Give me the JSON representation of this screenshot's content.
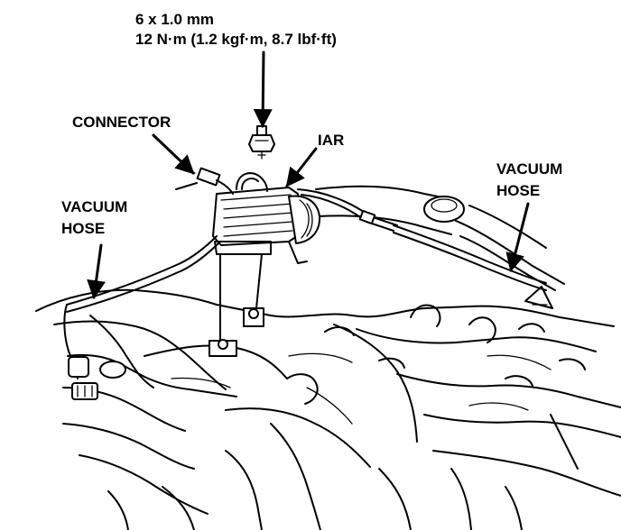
{
  "labels": {
    "bolt_size": "6 x 1.0 mm",
    "torque": "12 N·m (1.2 kgf·m, 8.7 lbf·ft)",
    "connector": "CONNECTOR",
    "iar": "IAR",
    "vacuum_hose_left_line1": "VACUUM",
    "vacuum_hose_left_line2": "HOSE",
    "vacuum_hose_right_line1": "VACUUM",
    "vacuum_hose_right_line2": "HOSE"
  },
  "colors": {
    "ink": "#000000",
    "paper": "#ffffff"
  }
}
